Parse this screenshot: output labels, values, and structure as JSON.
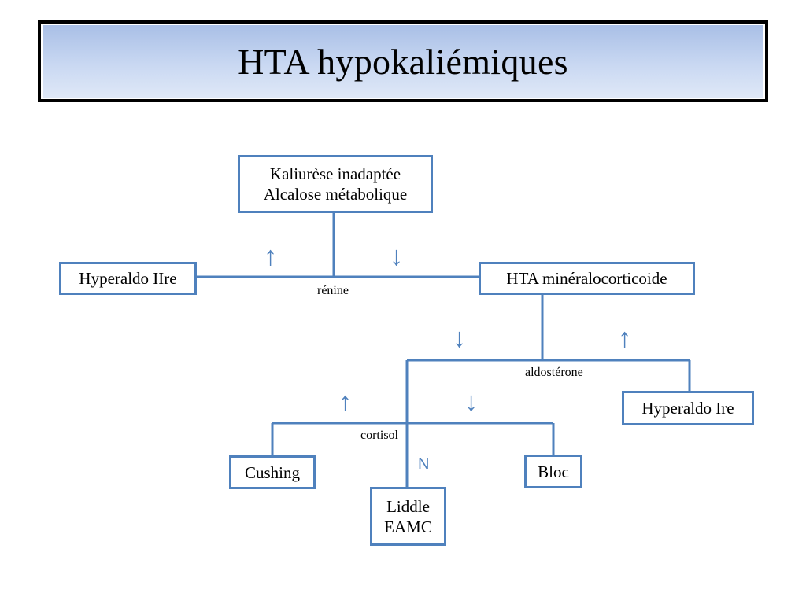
{
  "title": "HTA hypokaliémiques",
  "colors": {
    "accent": "#4f81bd",
    "title_bg": "#c9d8f2"
  },
  "boxes": {
    "kaliurese_line1": "Kaliurèse inadaptée",
    "kaliurese_line2": "Alcalose métabolique",
    "hyperaldo_2": "Hyperaldo IIre",
    "hta_mineralo": "HTA minéralocorticoide",
    "hyperaldo_1": "Hyperaldo Ire",
    "cushing": "Cushing",
    "bloc": "Bloc",
    "liddle_line1": "Liddle",
    "liddle_line2": "EAMC"
  },
  "labels": {
    "renine": "rénine",
    "aldosterone": "aldostérone",
    "cortisol": "cortisol",
    "n": "N"
  },
  "arrows": {
    "up": "↑",
    "down": "↓"
  }
}
